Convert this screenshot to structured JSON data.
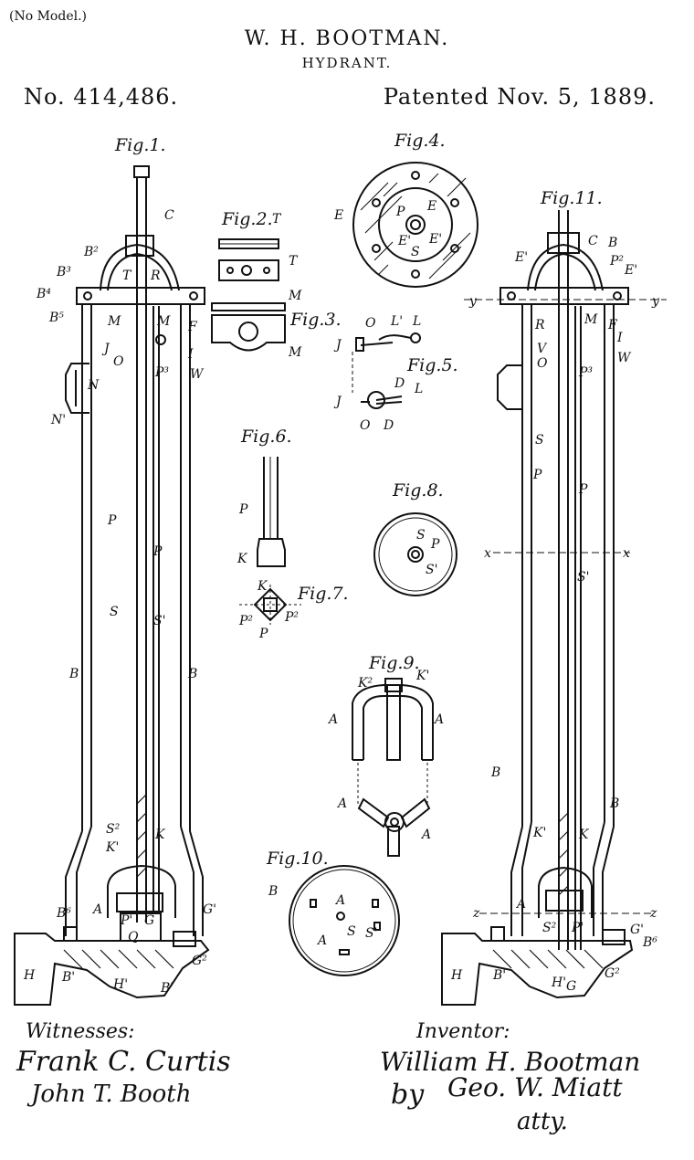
{
  "header": {
    "no_model": "(No Model.)",
    "inventor": "W. H. BOOTMAN.",
    "title": "HYDRANT.",
    "patent_number": "No. 414,486.",
    "patent_date": "Patented Nov. 5, 1889."
  },
  "figures": {
    "fig1": "Fig.1.",
    "fig2": "Fig.2.",
    "fig3": "Fig.3.",
    "fig4": "Fig.4.",
    "fig5": "Fig.5.",
    "fig6": "Fig.6.",
    "fig7": "Fig.7.",
    "fig8": "Fig.8.",
    "fig9": "Fig.9.",
    "fig10": "Fig.10.",
    "fig11": "Fig.11."
  },
  "labels": {
    "fig1": [
      "C",
      "B²",
      "B³",
      "T",
      "R",
      "B⁴",
      "B⁵",
      "M",
      "M",
      "F",
      "J",
      "O",
      "I",
      "W",
      "P³",
      "N",
      "N'",
      "P",
      "P",
      "S",
      "S'",
      "B",
      "B",
      "S²",
      "K'",
      "K",
      "B⁶",
      "A",
      "P'",
      "G",
      "Q",
      "G'",
      "G²",
      "H",
      "B'",
      "H'",
      "B'"
    ],
    "fig2": [
      "T",
      "T"
    ],
    "fig3": [
      "M",
      "M"
    ],
    "fig4": [
      "E",
      "P",
      "E",
      "E'",
      "E'",
      "S"
    ],
    "fig5": [
      "O",
      "L'",
      "L",
      "J",
      "D",
      "L",
      "J",
      "O",
      "D"
    ],
    "fig6": [
      "P",
      "K"
    ],
    "fig7": [
      "K",
      "P²",
      "P²",
      "P"
    ],
    "fig8": [
      "S",
      "P",
      "S'"
    ],
    "fig9": [
      "K²",
      "K'",
      "A",
      "A",
      "A",
      "A"
    ],
    "fig10": [
      "B",
      "A",
      "S",
      "S'",
      "A"
    ],
    "fig11": [
      "C",
      "B",
      "E'",
      "P²",
      "E'",
      "y",
      "y",
      "R",
      "M",
      "F",
      "I",
      "V",
      "O",
      "W",
      "P³",
      "S",
      "P",
      "P",
      "x",
      "x",
      "S'",
      "B",
      "B",
      "K'",
      "K",
      "z",
      "z",
      "A",
      "S²",
      "P'",
      "G'",
      "B⁶",
      "H",
      "B'",
      "H'",
      "G",
      "G²"
    ]
  },
  "signatures": {
    "witnesses_heading": "Witnesses:",
    "witness1": "Frank C. Curtis",
    "witness2": "John T. Booth",
    "inventor_heading": "Inventor:",
    "inventor_signature": "William H. Bootman",
    "by": "by",
    "attorney": "Geo. W. Miatt",
    "atty": "atty."
  }
}
